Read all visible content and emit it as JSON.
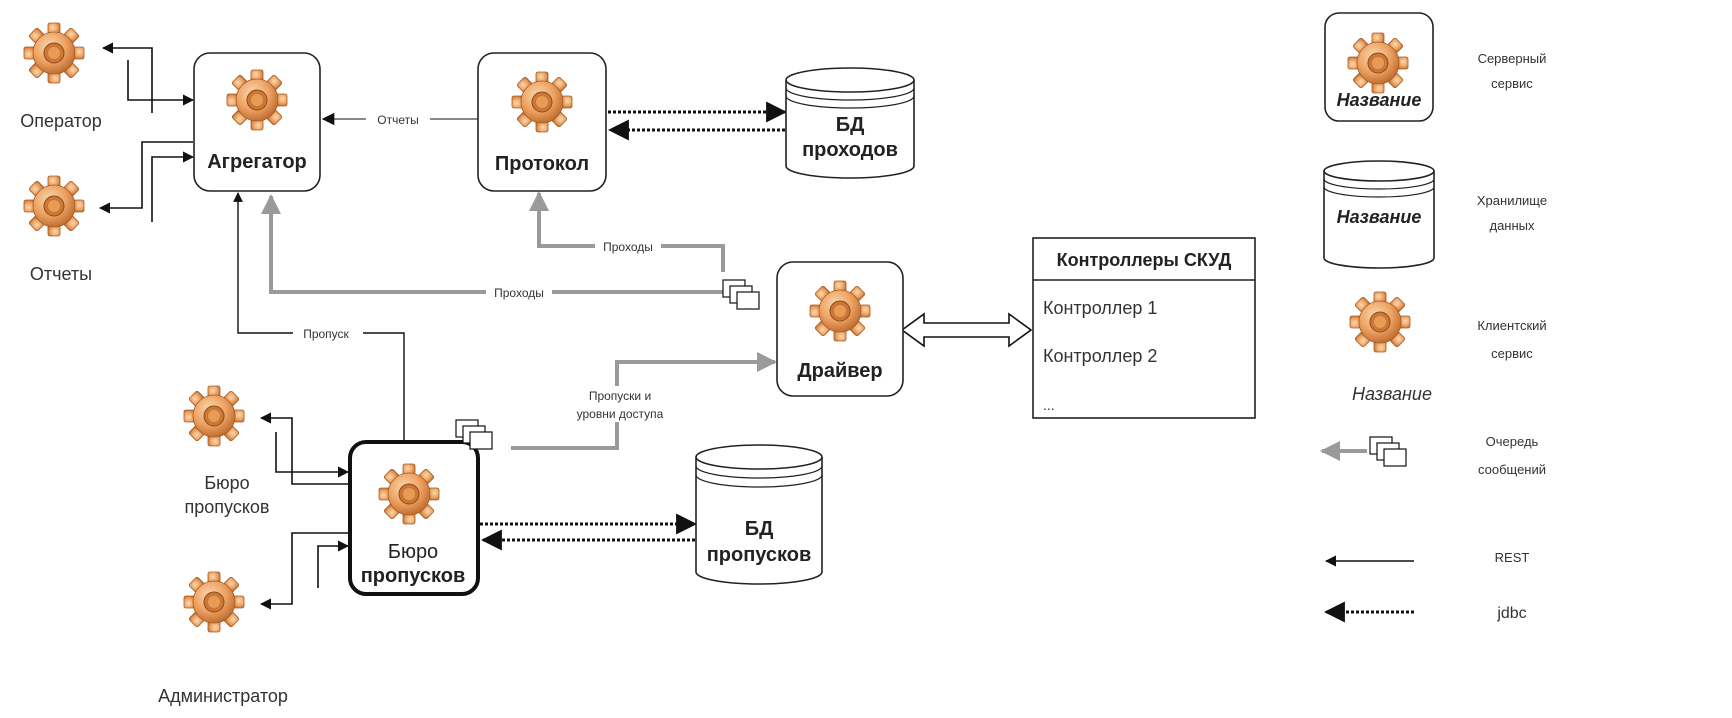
{
  "colors": {
    "rest": "#111111",
    "queue": "#9a9a9a",
    "gear_light": "#f6c08a",
    "gear_mid": "#e99a55",
    "gear_dark": "#b8672a"
  },
  "clients": {
    "operator": "Оператор",
    "reports": "Отчеты",
    "bureau": "Бюро пропусков",
    "admin": "Администратор"
  },
  "services": {
    "aggregator": "Агрегатор",
    "protocol": "Протокол",
    "driver": "Драйвер",
    "bureau": "Бюро пропусков"
  },
  "stores": {
    "db_passages": "БД проходов",
    "db_passes": "БД пропусков"
  },
  "edges": {
    "reports": "Отчеты",
    "passages_protocol": "Проходы",
    "passages_aggregator": "Проходы",
    "pass": "Пропуск",
    "passes_access": "Пропуски и уровни доступа"
  },
  "controllers": {
    "title": "Контроллеры СКУД",
    "items": [
      "Контроллер 1",
      "Контроллер 2",
      "..."
    ]
  },
  "legend": {
    "server_service": "Серверный сервис",
    "data_store": "Хранилище данных",
    "client_service": "Клиентский сервис",
    "message_queue": "Очередь сообщений",
    "rest": "REST",
    "jdbc": "jdbc",
    "name": "Название"
  }
}
